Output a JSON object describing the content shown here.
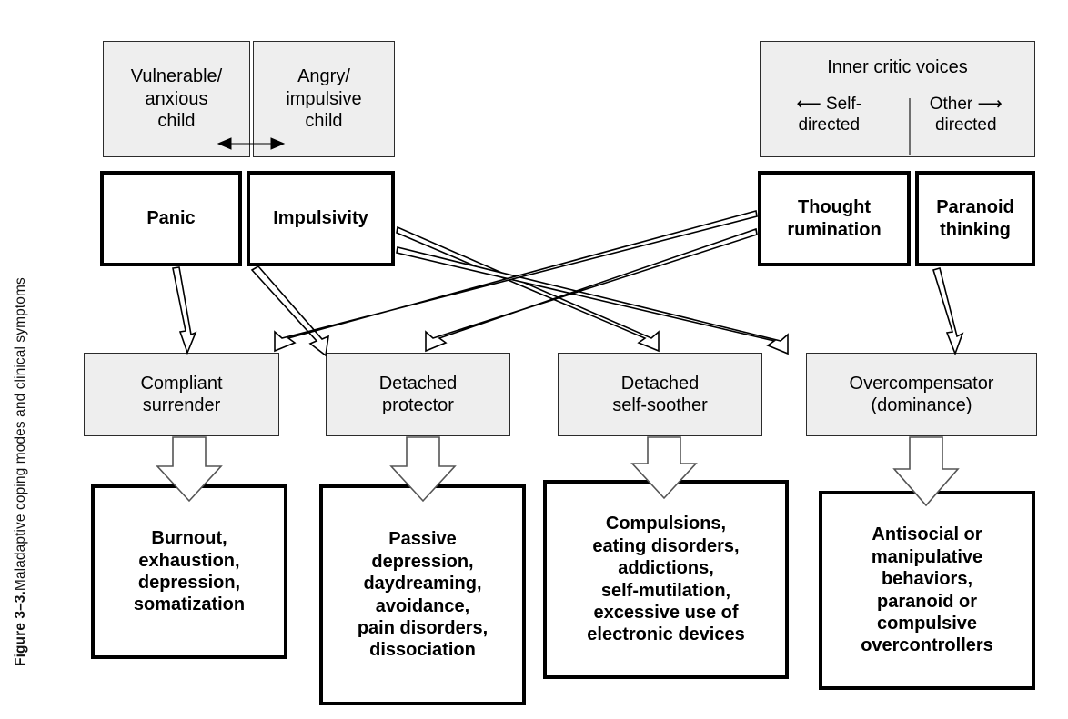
{
  "caption": {
    "bold": "Figure 3–3.",
    "rest": " Maladaptive coping modes and clinical symptoms"
  },
  "colors": {
    "grey_fill": "#eeeeee",
    "box_border": "#2b2b2b",
    "heavy_border": "#000000",
    "text": "#000000",
    "page_background": "#ffffff"
  },
  "schema_modes": [
    {
      "id": "vulnerable-anxious-child",
      "label": "Vulnerable/\nanxious\nchild"
    },
    {
      "id": "angry-impulsive-child",
      "label": "Angry/\nimpulsive\nchild"
    }
  ],
  "inner_critic": {
    "title": "Inner critic voices",
    "left": {
      "arrow": "⟵",
      "label": "Self-\ndirected"
    },
    "right": {
      "label": "Other",
      "arrow": "⟶",
      "label2": "directed"
    }
  },
  "symptom_drivers": [
    {
      "id": "panic",
      "label": "Panic"
    },
    {
      "id": "impulsivity",
      "label": "Impulsivity"
    },
    {
      "id": "thought-rumination",
      "label": "Thought\nrumination"
    },
    {
      "id": "paranoid-thinking",
      "label": "Paranoid\nthinking"
    }
  ],
  "coping_modes": [
    {
      "id": "compliant-surrender",
      "label": "Compliant\nsurrender"
    },
    {
      "id": "detached-protector",
      "label": "Detached\nprotector"
    },
    {
      "id": "detached-self-soother",
      "label": "Detached\nself-soother"
    },
    {
      "id": "overcompensator",
      "label": "Overcompensator\n(dominance)"
    }
  ],
  "clinical_symptoms": [
    {
      "id": "burnout-cluster",
      "label": "Burnout,\nexhaustion,\ndepression,\nsomatization"
    },
    {
      "id": "passive-depression",
      "label": "Passive\ndepression,\ndaydreaming,\navoidance,\npain disorders,\ndissociation"
    },
    {
      "id": "compulsions",
      "label": "Compulsions,\neating disorders,\naddictions,\nself-mutilation,\nexcessive use of\nelectronic devices"
    },
    {
      "id": "antisocial",
      "label": "Antisocial or\nmanipulative\nbehaviors,\nparanoid or\ncompulsive\novercontrollers"
    }
  ],
  "connections": [
    {
      "from": "vulnerable-anxious-child",
      "to": "angry-impulsive-child",
      "type": "double-headed"
    },
    {
      "from": "panic",
      "to": "compliant-surrender",
      "type": "hollow-thin"
    },
    {
      "from": "impulsivity",
      "to": "detached-protector",
      "type": "hollow-thin"
    },
    {
      "from": "impulsivity",
      "to": "detached-self-soother",
      "type": "hollow-thin-long"
    },
    {
      "from": "impulsivity",
      "to": "overcompensator",
      "type": "hollow-thin-long"
    },
    {
      "from": "thought-rumination",
      "to": "compliant-surrender",
      "type": "hollow-thin-long"
    },
    {
      "from": "thought-rumination",
      "to": "detached-protector",
      "type": "hollow-thin-long"
    },
    {
      "from": "paranoid-thinking",
      "to": "overcompensator",
      "type": "hollow-thin"
    },
    {
      "from": "compliant-surrender",
      "to": "burnout-cluster",
      "type": "block"
    },
    {
      "from": "detached-protector",
      "to": "passive-depression",
      "type": "block"
    },
    {
      "from": "detached-self-soother",
      "to": "compulsions",
      "type": "block"
    },
    {
      "from": "overcompensator",
      "to": "antisocial",
      "type": "block"
    }
  ]
}
